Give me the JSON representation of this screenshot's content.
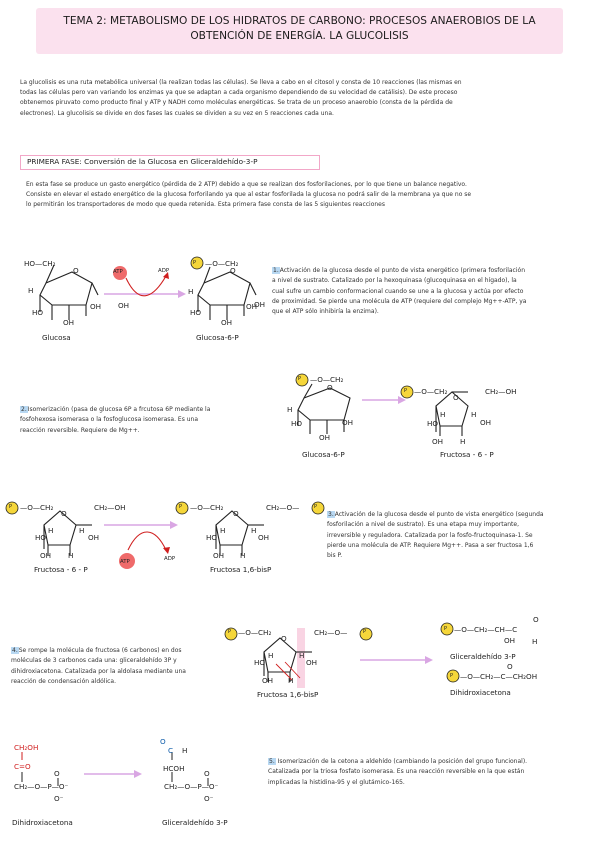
{
  "header": {
    "title_line1": "TEMA 2: METABOLISMO DE LOS HIDRATOS DE CARBONO: PROCESOS ANAEROBIOS DE LA",
    "title_line2": "OBTENCIÓN DE ENERGÍA. LA GLUCOLISIS"
  },
  "intro": {
    "l1": "La glucolisis es una ruta metabólica universal (la realizan todas las células). Se lleva a cabo en el citosol y consta de 10 reacciones (las mismas en",
    "l2": "todas las células pero van variando los enzimas ya que se adaptan a cada organismo dependiendo de su velocidad de catálisis). De este proceso",
    "l3": "obtenemos piruvato como producto final y ATP y NADH como moléculas energéticas. Se trata de un proceso anaerobio (consta de la pérdida de",
    "l4": "electrones). La glucolisis se divide en dos fases las cuales se dividen a su vez en 5 reacciones cada una."
  },
  "phase1": {
    "heading": "PRIMERA FASE: Conversión de la Glucosa en Gliceraldehído-3-P",
    "l1": "En esta fase se produce un gasto energético (pérdida de 2 ATP) debido a que se realizan dos fosforilaciones, por lo que tiene un balance negativo.",
    "l2": "Consiste en elevar el estado energético de la glucosa forforilando ya que al estar fosforilada la glucosa no podrá salir de la membrana ya que no se",
    "l3": "lo permitirán los transportadores de modo que queda retenida. Esta primera fase consta de las 5 siguientes reacciones"
  },
  "step1": {
    "num": "1.",
    "l1": "Activación de la glucosa desde el punto de vista energético (primera fosforilación",
    "l2": "a nivel de sustrato. Catalizado por la hexoquinasa (glucoquinasa en el hígado), la",
    "l3": "cual sufre un cambio conformacional cuando se une a la glucosa y actúa por efecto",
    "l4": "de proximidad. Se pierde una molécula de ATP (requiere del complejo Mg++-ATP, ya",
    "l5": "que el ATP sólo inhibiría la enzima)."
  },
  "step2": {
    "num": "2.",
    "l1": "Isomerización (pasa de glucosa 6P a frcutosa 6P mediante la",
    "l2": "fosfohexosa isomerasa o la fosfoglucosa isomerasa. Es una",
    "l3": "reacción reversible. Requiere de Mg++."
  },
  "step3": {
    "num": "3.",
    "l1": "Activación de la glucosa desde el punto de vista energético (segunda",
    "l2": "fosforilación a nivel de sustrato). Es una etapa muy importante,",
    "l3": "irreversible y reguladora. Catalizada por la fosfo-fructoquinasa-1. Se",
    "l4": "pierde una molécula de ATP. Requiere Mg++. Pasa a ser fructosa 1,6",
    "l5": "bis P."
  },
  "step4": {
    "num": "4.",
    "l1": "Se rompe la molécula de fructosa (6 carbonos) en dos",
    "l2": "moléculas de 3 carbonos cada una: gliceraldehído 3P y",
    "l3": "dihidroxiacetona. Catalizada por la aldolasa mediante una",
    "l4": "reacción de condensación aldólica."
  },
  "step5": {
    "num": "5.",
    "l1": "Isomerización de la cetona a aldehído (cambiando la posición del grupo funcional).",
    "l2": "Catalizada por la triosa fosfato isomerasa. Es una reacción reversible en la que están",
    "l3": "implicadas la histidina-95 y el glutámico-165."
  },
  "molecules": {
    "glucosa": "Glucosa",
    "glucosa6p": "Glucosa-6-P",
    "glucosa6p_b": "Glucosa-6-P",
    "fructosa6p": "Fructosa - 6 - P",
    "fructosa6p_b": "Fructosa - 6 - P",
    "fructosa16bp": "Fructosa 1,6-bisP",
    "fructosa16bp_b": "Fructosa 1,6-bisP",
    "gliceraldehido": "Gliceraldehído 3-P",
    "dihidroxiacetona": "Dihidroxiacetona",
    "dihidroxiacetona_b": "Dihidroxiacetona",
    "gliceraldehido_b": "Gliceraldehído 3-P"
  },
  "cofactors": {
    "atp": "ATP",
    "adp": "ADP",
    "p": "P"
  },
  "groups": {
    "ho_ch2": "HO—CH₂",
    "h": "H",
    "oh": "OH",
    "ho": "HO",
    "o": "O",
    "ch2oh": "CH₂OH",
    "ch2_oh": "CH₂—OH",
    "p_o_ch2": "—O—CH₂",
    "ch2_o": "CH₂—O—",
    "ch2_o_p": "CH₂—O—",
    "g3p_chain": "—O—CH₂—CH—C",
    "dhap_chain": "—O—CH₂—C—CH₂OH",
    "c_eq_o": "C=O",
    "ch2_o_p_o": "CH₂—O—P—O⁻",
    "choh": "HCOH",
    "o_minus": "O⁻",
    "o_eq": "O",
    "ch_top": "C"
  },
  "colors": {
    "title_bg": "#fbe1ee",
    "heading_border": "#f2a7c8",
    "arrow": "#d9a6e3",
    "atp": "#ef6a6a",
    "phosphate": "#f5d63a",
    "number_hl": "#b8d8f2"
  }
}
